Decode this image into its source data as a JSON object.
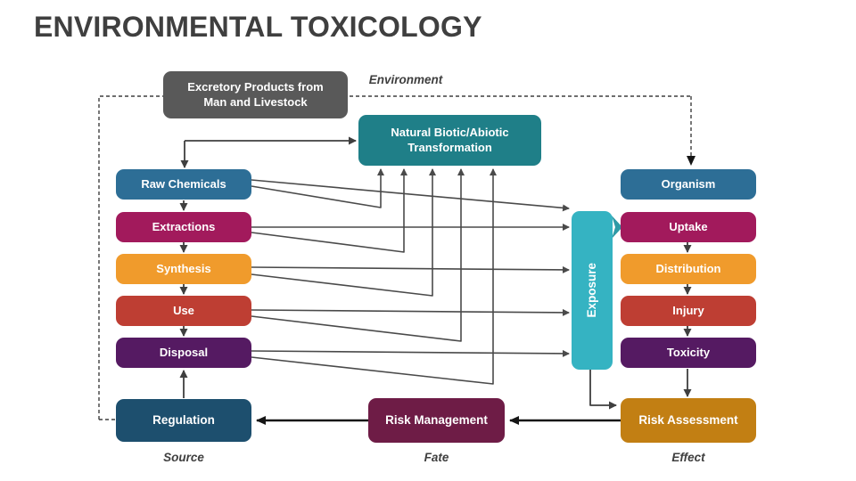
{
  "title": "ENVIRONMENTAL TOXICOLOGY",
  "labels": {
    "environment": "Environment",
    "source": "Source",
    "fate": "Fate",
    "effect": "Effect"
  },
  "boxes": {
    "excretory": {
      "label": "Excretory Products from\nMan and Livestock",
      "color": "#595959"
    },
    "transformation": {
      "label": "Natural Biotic/Abiotic\nTransformation",
      "color": "#1F7F88"
    },
    "raw_chemicals": {
      "label": "Raw Chemicals",
      "color": "#2D6E96"
    },
    "extractions": {
      "label": "Extractions",
      "color": "#A21A5C"
    },
    "synthesis": {
      "label": "Synthesis",
      "color": "#F09B2C"
    },
    "use": {
      "label": "Use",
      "color": "#BE3E33"
    },
    "disposal": {
      "label": "Disposal",
      "color": "#551A62"
    },
    "regulation": {
      "label": "Regulation",
      "color": "#1D4F6E"
    },
    "organism": {
      "label": "Organism",
      "color": "#2D6E96"
    },
    "uptake": {
      "label": "Uptake",
      "color": "#A21A5C"
    },
    "distribution": {
      "label": "Distribution",
      "color": "#F09B2C"
    },
    "injury": {
      "label": "Injury",
      "color": "#BE3E33"
    },
    "toxicity": {
      "label": "Toxicity",
      "color": "#551A62"
    },
    "risk_assessment": {
      "label": "Risk Assessment",
      "color": "#C27F13"
    },
    "exposure": {
      "label": "Exposure",
      "color": "#35B3C2"
    },
    "risk_management": {
      "label": "Risk Management",
      "color": "#6E1C46"
    }
  },
  "connector_colors": {
    "dashed_and_arrows": "#3F3F3F",
    "thin_crossing_lines": "#4A4A4A",
    "black_flow_arrows": "#151515",
    "exposure_chevron": "#2E9AA6"
  }
}
